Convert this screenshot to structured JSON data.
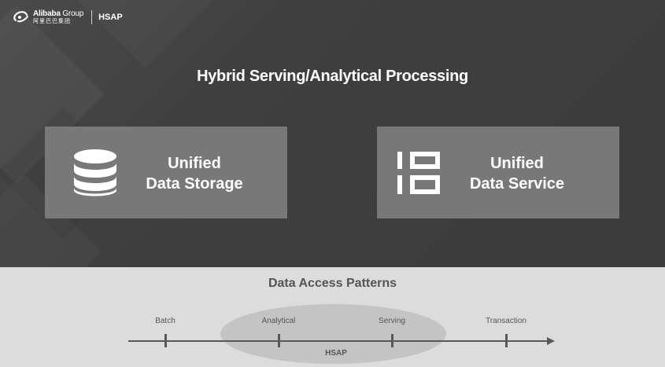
{
  "header": {
    "brand_name": "Alibaba",
    "brand_group": "Group",
    "brand_chinese": "阿里巴巴集团",
    "product": "HSAP"
  },
  "title": "Hybrid Serving/Analytical Processing",
  "cards": [
    {
      "line1": "Unified",
      "line2": "Data Storage",
      "icon": "database-icon"
    },
    {
      "line1": "Unified",
      "line2": "Data Service",
      "icon": "service-blocks-icon"
    }
  ],
  "patterns": {
    "title": "Data Access Patterns",
    "ticks": [
      "Batch",
      "Analytical",
      "Serving",
      "Transaction"
    ],
    "highlight": "HSAP"
  },
  "colors": {
    "dark_background": "#3d3d3d",
    "card": "#787878",
    "light_background": "#dcdcdc",
    "ellipse": "#c4c4c4",
    "axis": "#585858"
  }
}
